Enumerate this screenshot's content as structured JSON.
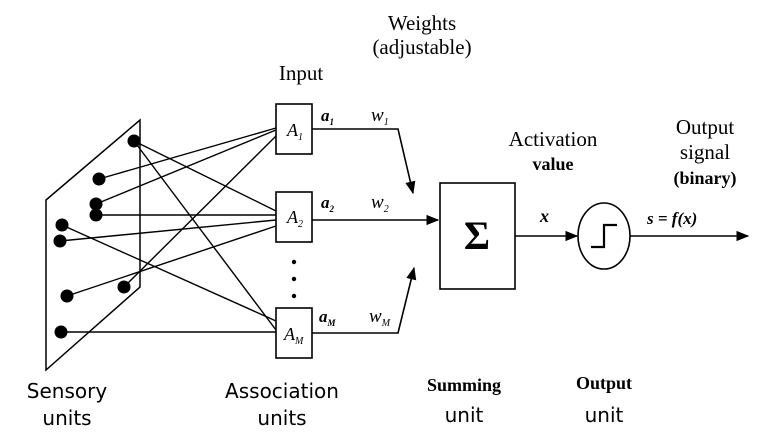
{
  "labels": {
    "weights_line1": "Weights",
    "weights_line2": "(adjustable)",
    "input": "Input",
    "activation_line1": "Activation",
    "activation_line2": "value",
    "output_line1": "Output",
    "output_line2": "signal",
    "output_line3": "(binary)",
    "sensory_line1": "Sensory",
    "sensory_line2": "units",
    "association_line1": "Association",
    "association_line2": "units",
    "summing_line1": "Summing",
    "summing_line2": "unit",
    "output_unit_line1": "Output",
    "output_unit_line2": "unit"
  },
  "association_boxes": [
    {
      "base": "A",
      "sub": "1"
    },
    {
      "base": "A",
      "sub": "2"
    },
    {
      "base": "A",
      "sub": "M"
    }
  ],
  "inputs": [
    {
      "base": "a",
      "sub": "1"
    },
    {
      "base": "a",
      "sub": "2"
    },
    {
      "base": "a",
      "sub": "M"
    }
  ],
  "weights": [
    {
      "base": "w",
      "sub": "1"
    },
    {
      "base": "w",
      "sub": "2"
    },
    {
      "base": "w",
      "sub": "M"
    }
  ],
  "sum_symbol": "Σ",
  "x_label": "x",
  "output_formula": "s = f(x)"
}
